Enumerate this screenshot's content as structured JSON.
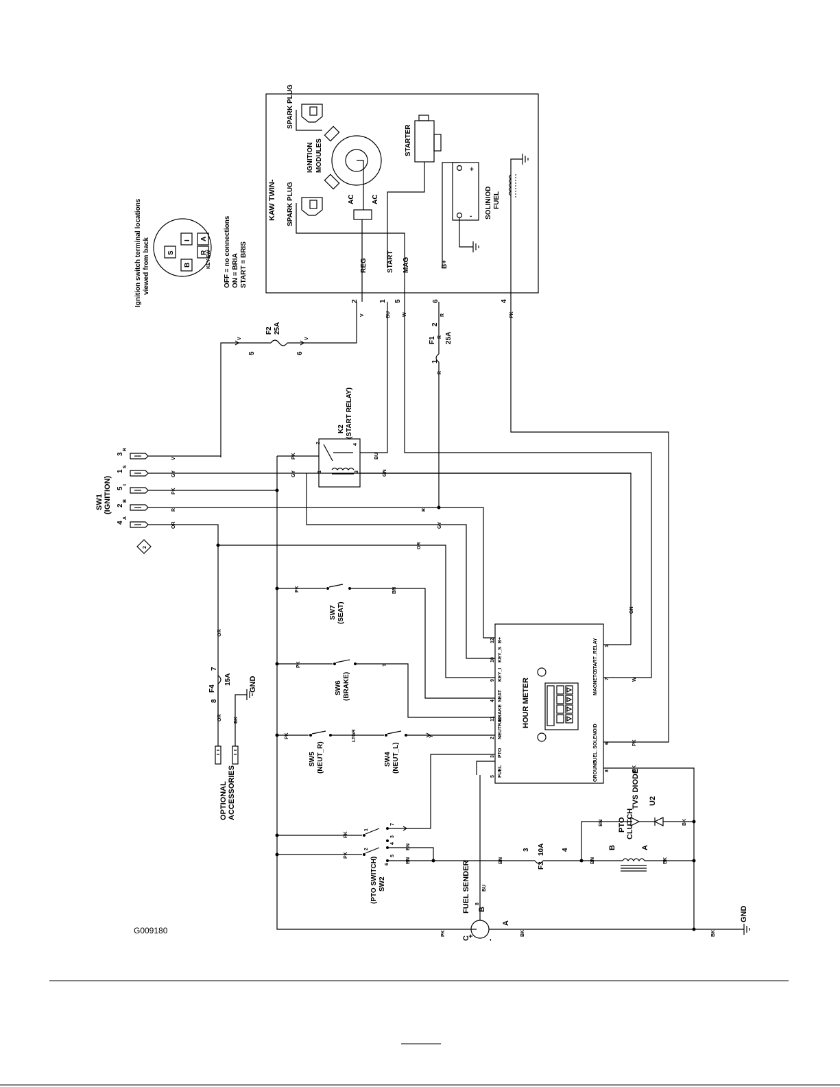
{
  "drawing": {
    "number": "G009180",
    "ignition_note": {
      "line1": "Ignition switch terminal locations",
      "line2": "viewed from back",
      "terminals": [
        "S",
        "I",
        "B",
        "R",
        "A"
      ],
      "sub": "KEY SW",
      "off": "OFF = no connections",
      "on": "ON = BRIA",
      "start": "START = BRIS"
    },
    "engine": {
      "title": "KAW TWIN-",
      "spark_plug_1": "SPARK PLUG",
      "spark_plug_2": "SPARK PLUG",
      "ignition_modules_1": "IGNITION",
      "ignition_modules_2": "MODULES",
      "ac_1": "AC",
      "ac_2": "AC",
      "starter": "STARTER",
      "fuel_solenoid_1": "SOLINIOD",
      "fuel_solenoid_2": "FUEL",
      "battery_plus": "+",
      "battery_minus": "-"
    },
    "engine_pins": [
      {
        "pin": "2",
        "name": "REG",
        "color": "V"
      },
      {
        "pin": "1",
        "name": "START",
        "color": "BU"
      },
      {
        "pin": "5",
        "name": "MAG",
        "color": "W"
      },
      {
        "pin": "6",
        "name": "B+",
        "color": "R"
      },
      {
        "pin": "4",
        "name": "",
        "color": "PK"
      }
    ],
    "fuses": {
      "f2": {
        "name": "F2",
        "rating": "25A",
        "pin_a": "5",
        "pin_b": "6",
        "wire": "V"
      },
      "f1": {
        "name": "F1",
        "rating": "25A",
        "pin_a": "1",
        "pin_b": "2",
        "wire": "R"
      },
      "f4": {
        "name": "F4",
        "rating": "15A",
        "pin_a": "8",
        "pin_b": "7",
        "wire": "OR"
      },
      "f3": {
        "name": "F3",
        "rating": "10A",
        "pin_a": "3",
        "pin_b": "4",
        "wire": "BN"
      }
    },
    "relay": {
      "name": "K2",
      "desc": "(START RELAY)",
      "pins": [
        "2",
        "4",
        "1",
        "3"
      ]
    },
    "sw1": {
      "name": "SW1",
      "desc": "(IGNITION)",
      "rows": [
        {
          "pin": "3",
          "letter": "R",
          "color": "V"
        },
        {
          "pin": "1",
          "letter": "S",
          "color": "GY"
        },
        {
          "pin": "5",
          "letter": "I",
          "color": "PK"
        },
        {
          "pin": "2",
          "letter": "B",
          "color": "R"
        },
        {
          "pin": "4",
          "letter": "A",
          "color": "OR"
        }
      ],
      "tag": "2"
    },
    "switches": {
      "sw7": {
        "name": "SW7",
        "desc": "(SEAT)",
        "left": "PK",
        "right": "BN"
      },
      "sw6": {
        "name": "SW6",
        "desc": "(BRAKE)",
        "left": "PK",
        "right": "T"
      },
      "sw5": {
        "name": "SW5",
        "desc": "(NEUT_R)",
        "left": "PK",
        "right": "LTGR"
      },
      "sw4": {
        "name": "SW4",
        "desc": "(NEUT_L)",
        "right": "Y"
      },
      "sw2": {
        "name": "SW2",
        "desc": "(PTO SWITCH)",
        "pins": [
          "1",
          "7",
          "3",
          "4",
          "2",
          "5",
          "6"
        ],
        "color_a": "PK",
        "color_b": "BN"
      }
    },
    "hour_meter": {
      "title": "HOUR METER",
      "left_pins": [
        {
          "num": "12",
          "label": "B+"
        },
        {
          "num": "10",
          "label": "KEY_S"
        },
        {
          "num": "9",
          "label": "KEY_I"
        },
        {
          "num": "4",
          "label": "SEAT"
        },
        {
          "num": "11",
          "label": "BRAKE"
        },
        {
          "num": "2",
          "label": "NEUTRAL"
        },
        {
          "num": "3",
          "label": "PTO"
        },
        {
          "num": "5",
          "label": "FUEL"
        }
      ],
      "right_pins": [
        {
          "num": "1",
          "label": "START_RELAY",
          "color": "GN"
        },
        {
          "num": "7",
          "label": "MAGNETO",
          "color": "W"
        },
        {
          "num": "6",
          "label": "FUEL_SOLENOID",
          "color": "PK"
        },
        {
          "num": "8",
          "label": "GROUND",
          "color": "BK"
        }
      ]
    },
    "wire_colors": {
      "gy": "GY",
      "gn": "GN",
      "or": "OR",
      "r": "R",
      "pk": "PK",
      "bk": "BK",
      "bu": "BU",
      "bn": "BN"
    },
    "accessories": {
      "l1": "OPTIONAL",
      "l2": "ACCESSORIES",
      "gnd": "GND"
    },
    "fuel_sender": {
      "name": "FUEL SENDER",
      "c": "C",
      "b": "B",
      "a": "A",
      "plus": "+",
      "minus": "-",
      "pin": "8"
    },
    "pto_clutch": {
      "name": "PTO",
      "name2": "CLUTCH",
      "a": "A",
      "b": "B"
    },
    "diode": {
      "name": "TVS DIODE",
      "ref": "U2"
    },
    "main_gnd": "GND"
  }
}
